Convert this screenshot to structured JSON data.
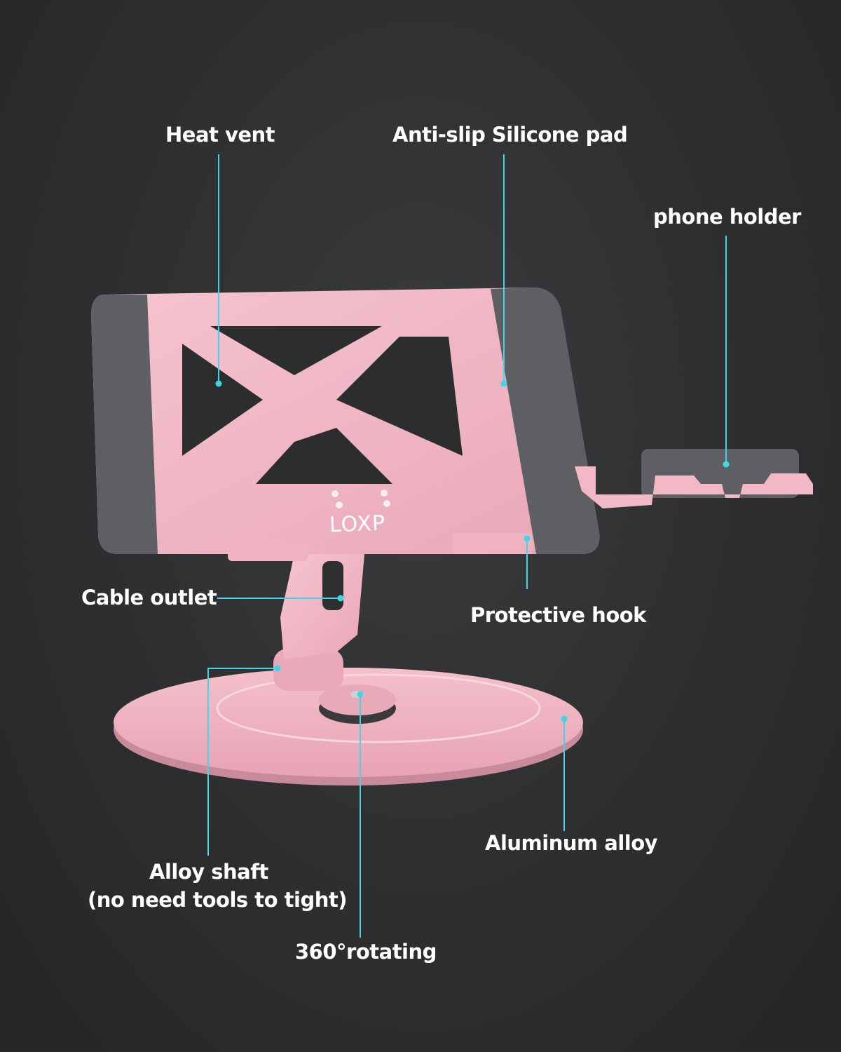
{
  "brand": "LOXP",
  "accent_color": "#3fd6e6",
  "product_color": "#f2b8c6",
  "pad_color": "#5d5f62",
  "callouts": {
    "heat_vent": "Heat vent",
    "anti_slip": "Anti-slip Silicone pad",
    "phone_holder": "phone holder",
    "cable_outlet": "Cable outlet",
    "protective_hook": "Protective hook",
    "aluminum_alloy": "Aluminum alloy",
    "alloy_shaft_line1": "Alloy shaft",
    "alloy_shaft_line2": "(no need tools to tight)",
    "rotating": "360°rotating"
  }
}
